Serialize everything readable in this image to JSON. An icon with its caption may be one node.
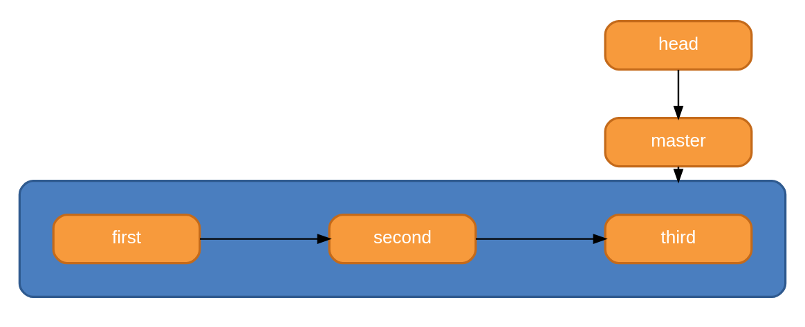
{
  "diagram": {
    "nodes": [
      {
        "text": [
          "head"
        ]
      },
      {
        "text": [
          "master"
        ]
      },
      {
        "text": [],
        "shape": "box"
      },
      {
        "text": [
          "first"
        ],
        "in": 2
      },
      {
        "text": [
          "second"
        ],
        "in": 2
      },
      {
        "text": [
          "third"
        ],
        "in": 2
      }
    ],
    "edges": [
      {
        "from": 0,
        "to": 1,
        "arrow": "to"
      },
      {
        "from": 1,
        "to": 2,
        "arrow": "to"
      },
      {
        "from": 3,
        "to": 4,
        "arrow": "to"
      },
      {
        "from": 4,
        "to": 5,
        "arrow": "to"
      }
    ]
  }
}
